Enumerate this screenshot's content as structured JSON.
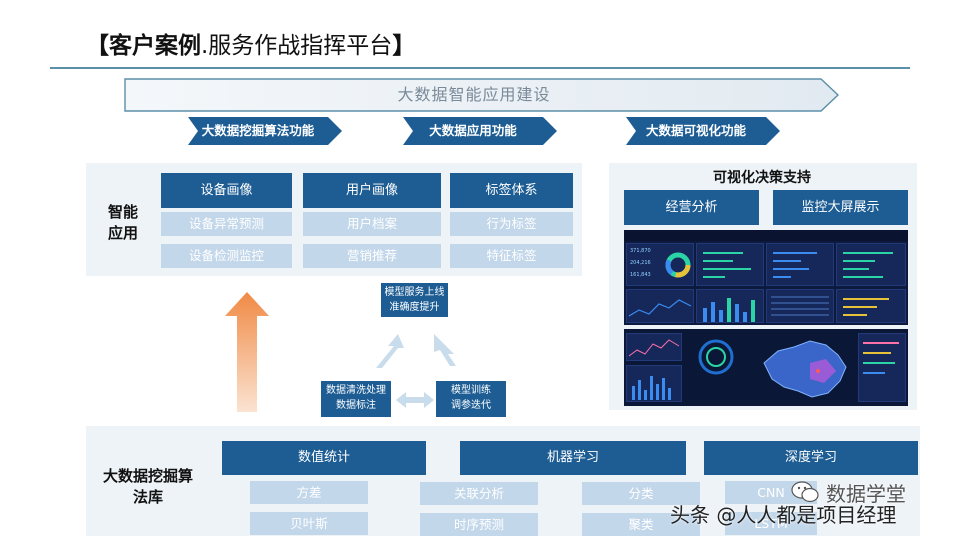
{
  "header": {
    "bracket_open": "【",
    "title_bold": "客户案例",
    "title_rest": ".服务作战指挥平台",
    "bracket_close": "】"
  },
  "banner": {
    "label": "大数据智能应用建设"
  },
  "chevrons": [
    {
      "label": "大数据挖掘算法功能"
    },
    {
      "label": "大数据应用功能"
    },
    {
      "label": "大数据可视化功能"
    }
  ],
  "smart_app": {
    "label_line1": "智能",
    "label_line2": "应用",
    "columns": [
      {
        "header": "设备画像",
        "items": [
          "设备异常预测",
          "设备检测监控"
        ]
      },
      {
        "header": "用户画像",
        "items": [
          "用户档案",
          "营销推荐"
        ]
      },
      {
        "header": "标签体系",
        "items": [
          "行为标签",
          "特征标签"
        ]
      }
    ]
  },
  "visual": {
    "title": "可视化决策支持",
    "buttons": [
      "经营分析",
      "监控大屏展示"
    ],
    "dash_nums": [
      "371,870",
      "204,216",
      "161,843"
    ]
  },
  "cycle": {
    "top_line1": "模型服务上线",
    "top_line2": "准确度提升",
    "left_line1": "数据清洗处理",
    "left_line2": "数据标注",
    "right_line1": "模型训练",
    "right_line2": "调参迭代"
  },
  "algo": {
    "label_line1": "大数据挖掘算",
    "label_line2": "法库",
    "columns": [
      {
        "header": "数值统计",
        "items": [
          "方差",
          "贝叶斯"
        ]
      },
      {
        "header": "机器学习",
        "items": [
          "关联分析",
          "时序预测",
          "分类",
          "聚类"
        ]
      },
      {
        "header": "深度学习",
        "items": [
          "CNN",
          "LSTM"
        ]
      }
    ]
  },
  "watermark": {
    "wechat_name": "数据学堂",
    "source": "头条 @人人都是项目经理"
  },
  "colors": {
    "primary": "#1d5d94",
    "light": "#c3d7ea",
    "panel": "#eef3f8",
    "rule": "#5b8fa8",
    "arrow": "#f08a45"
  }
}
